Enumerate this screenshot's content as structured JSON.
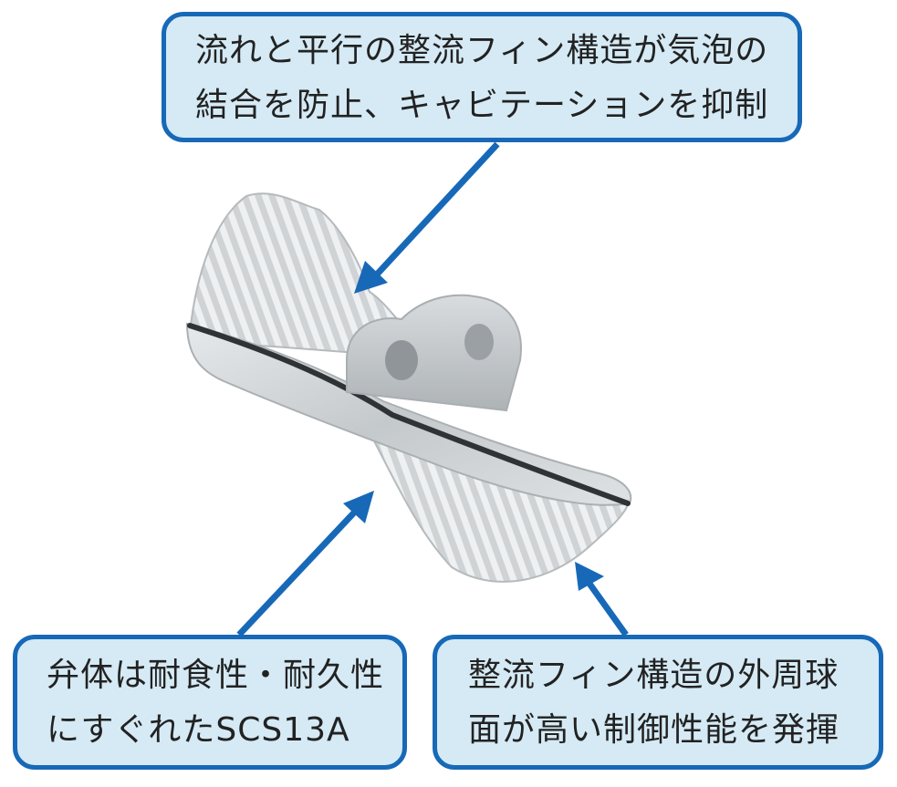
{
  "callouts": {
    "top": {
      "line1": "流れと平行の整流フィン構造が気泡の",
      "line2": "結合を防止、キャビテーションを抑制"
    },
    "bottom_left": {
      "line1": "弁体は耐食性・耐久性",
      "line2": "にすぐれたSCS13A"
    },
    "bottom_right": {
      "line1": "整流フィン構造の外周球",
      "line2": "面が高い制御性能を発揮"
    }
  },
  "colors": {
    "callout_border": "#1769b8",
    "callout_fill": "#d5eaf5",
    "arrow": "#1769b8",
    "valve_metal": "#c9cdd0",
    "seal_ring": "#2f3336"
  },
  "illustration": "valve-disc-with-rectifier-fins"
}
